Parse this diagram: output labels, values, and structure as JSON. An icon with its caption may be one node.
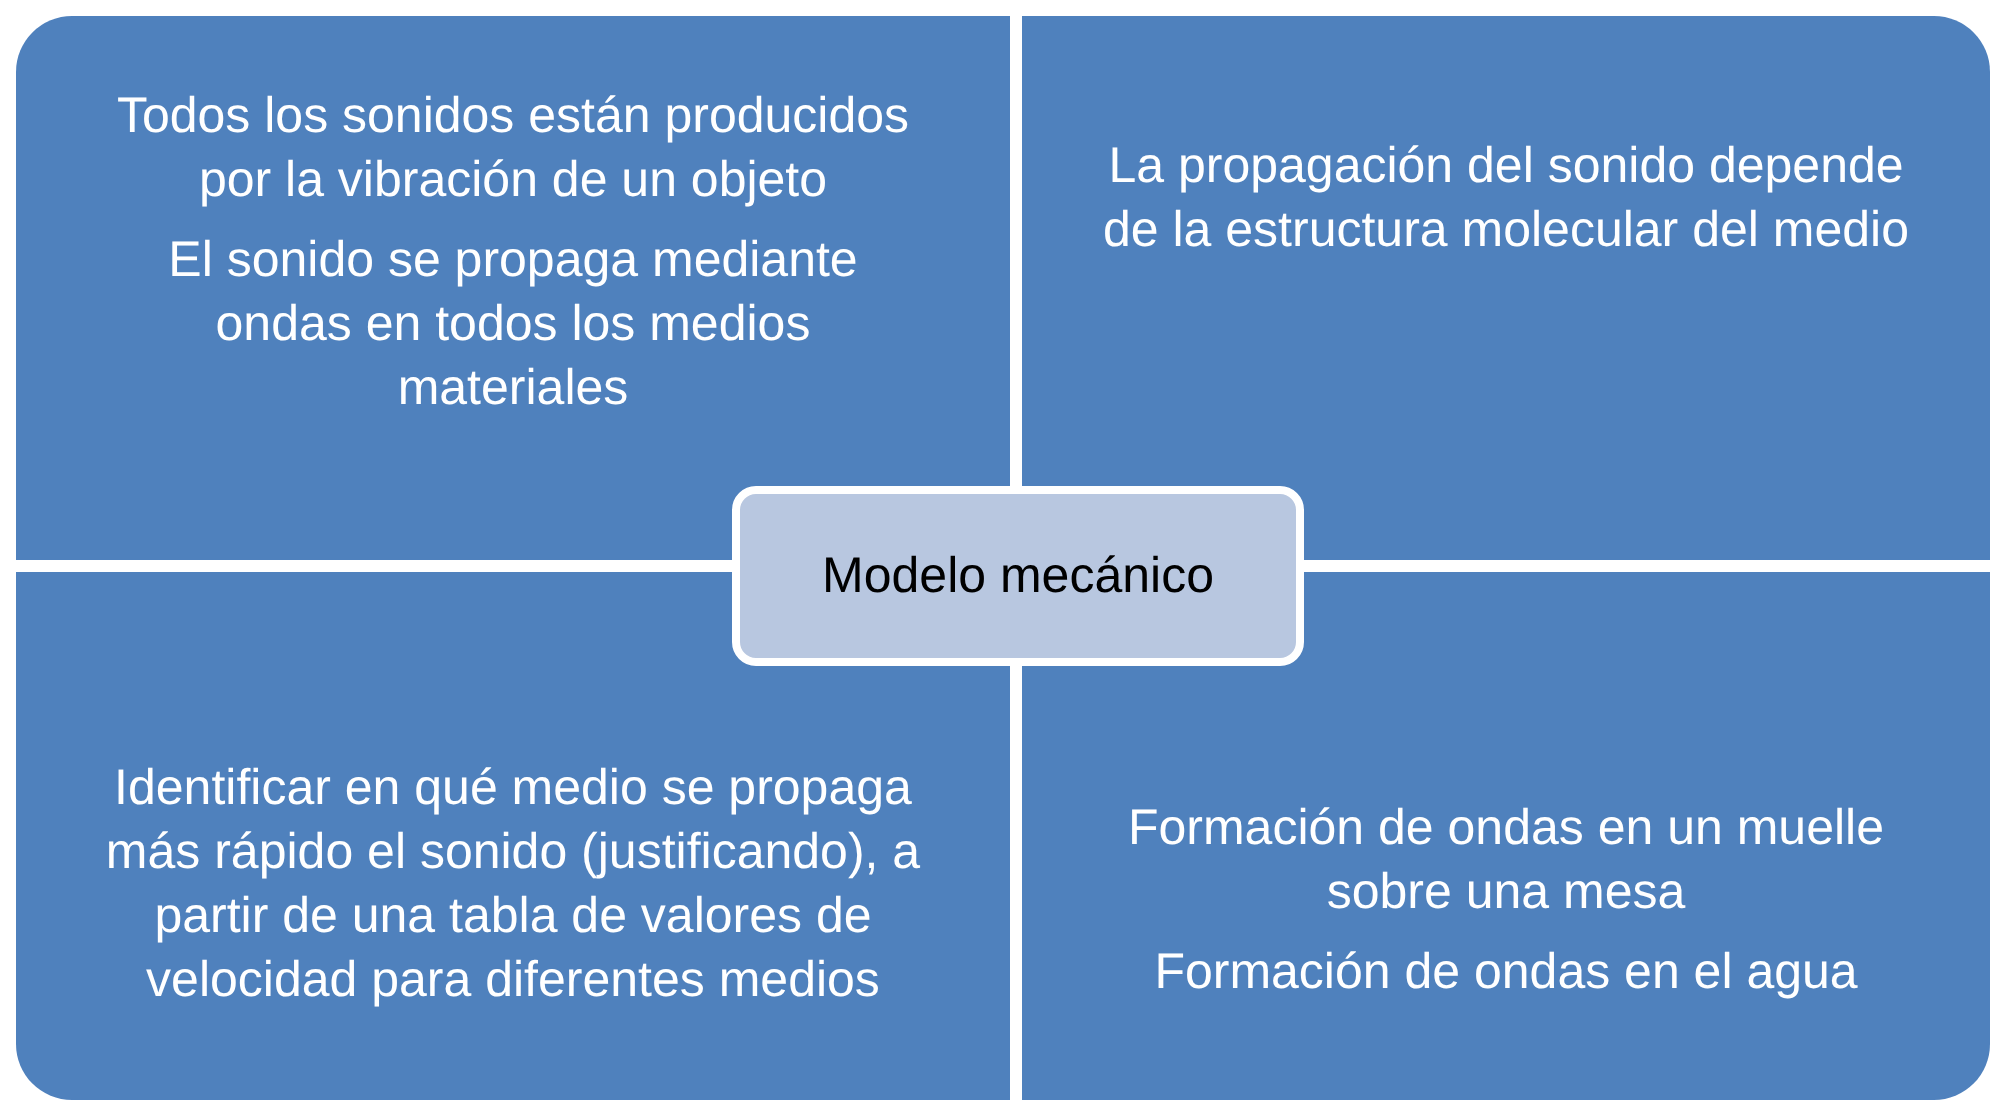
{
  "diagram": {
    "nodes": [
      {
        "text": [
          "Todos los sonidos están producidos por la vibración de un objeto",
          "El sonido se propaga mediante ondas en todos los medios materiales"
        ]
      },
      {
        "text": [
          "La propagación del sonido depende de la estructura molecular del medio"
        ]
      },
      {
        "text": [
          "Modelo mecánico"
        ]
      },
      {
        "text": [
          "Identificar en qué medio se propaga más rápido el sonido (justificando), a partir de una tabla de valores de velocidad para diferentes medios"
        ]
      },
      {
        "text": [
          "Formación de ondas en un muelle sobre una mesa",
          "Formación de ondas en el agua"
        ]
      }
    ]
  }
}
